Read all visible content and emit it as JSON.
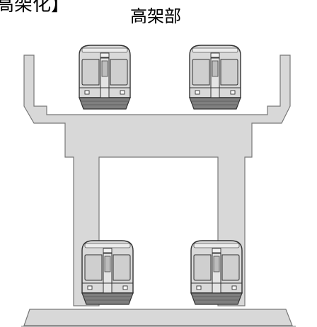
{
  "header": {
    "title": "高架化】",
    "section_label": "高架部"
  },
  "colors": {
    "structure_fill": "#d8d8d8",
    "structure_stroke": "#777777",
    "train_body": "#d9d9d9",
    "train_lower": "#7f7f7f",
    "train_outline": "#333333",
    "background": "#ffffff"
  },
  "trains": [
    {
      "level": "elevated",
      "track": "left",
      "icon": "train-front-icon"
    },
    {
      "level": "elevated",
      "track": "right",
      "icon": "train-front-icon"
    },
    {
      "level": "ground",
      "track": "left",
      "icon": "train-front-icon"
    },
    {
      "level": "ground",
      "track": "right",
      "icon": "train-front-icon"
    }
  ]
}
